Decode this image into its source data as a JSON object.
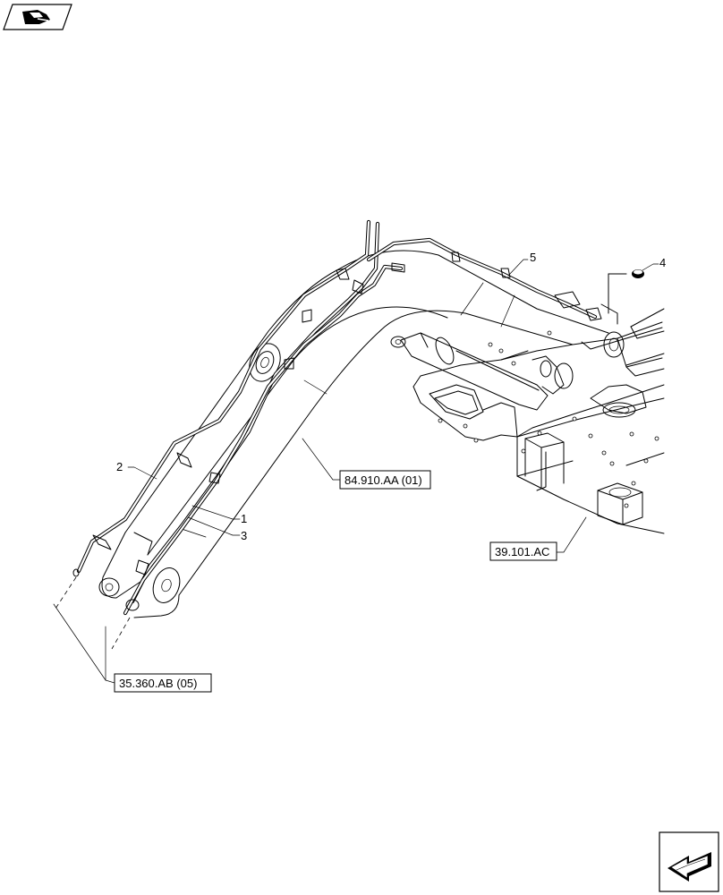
{
  "callouts": {
    "c1": "1",
    "c2": "2",
    "c3": "3",
    "c4": "4",
    "c5": "5"
  },
  "references": {
    "r1": "84.910.AA (01)",
    "r2": "39.101.AC",
    "r3": "35.360.AB (05)"
  },
  "icons": {
    "top_left": "book-hand-icon",
    "bottom_right": "next-page-arrow-icon"
  }
}
